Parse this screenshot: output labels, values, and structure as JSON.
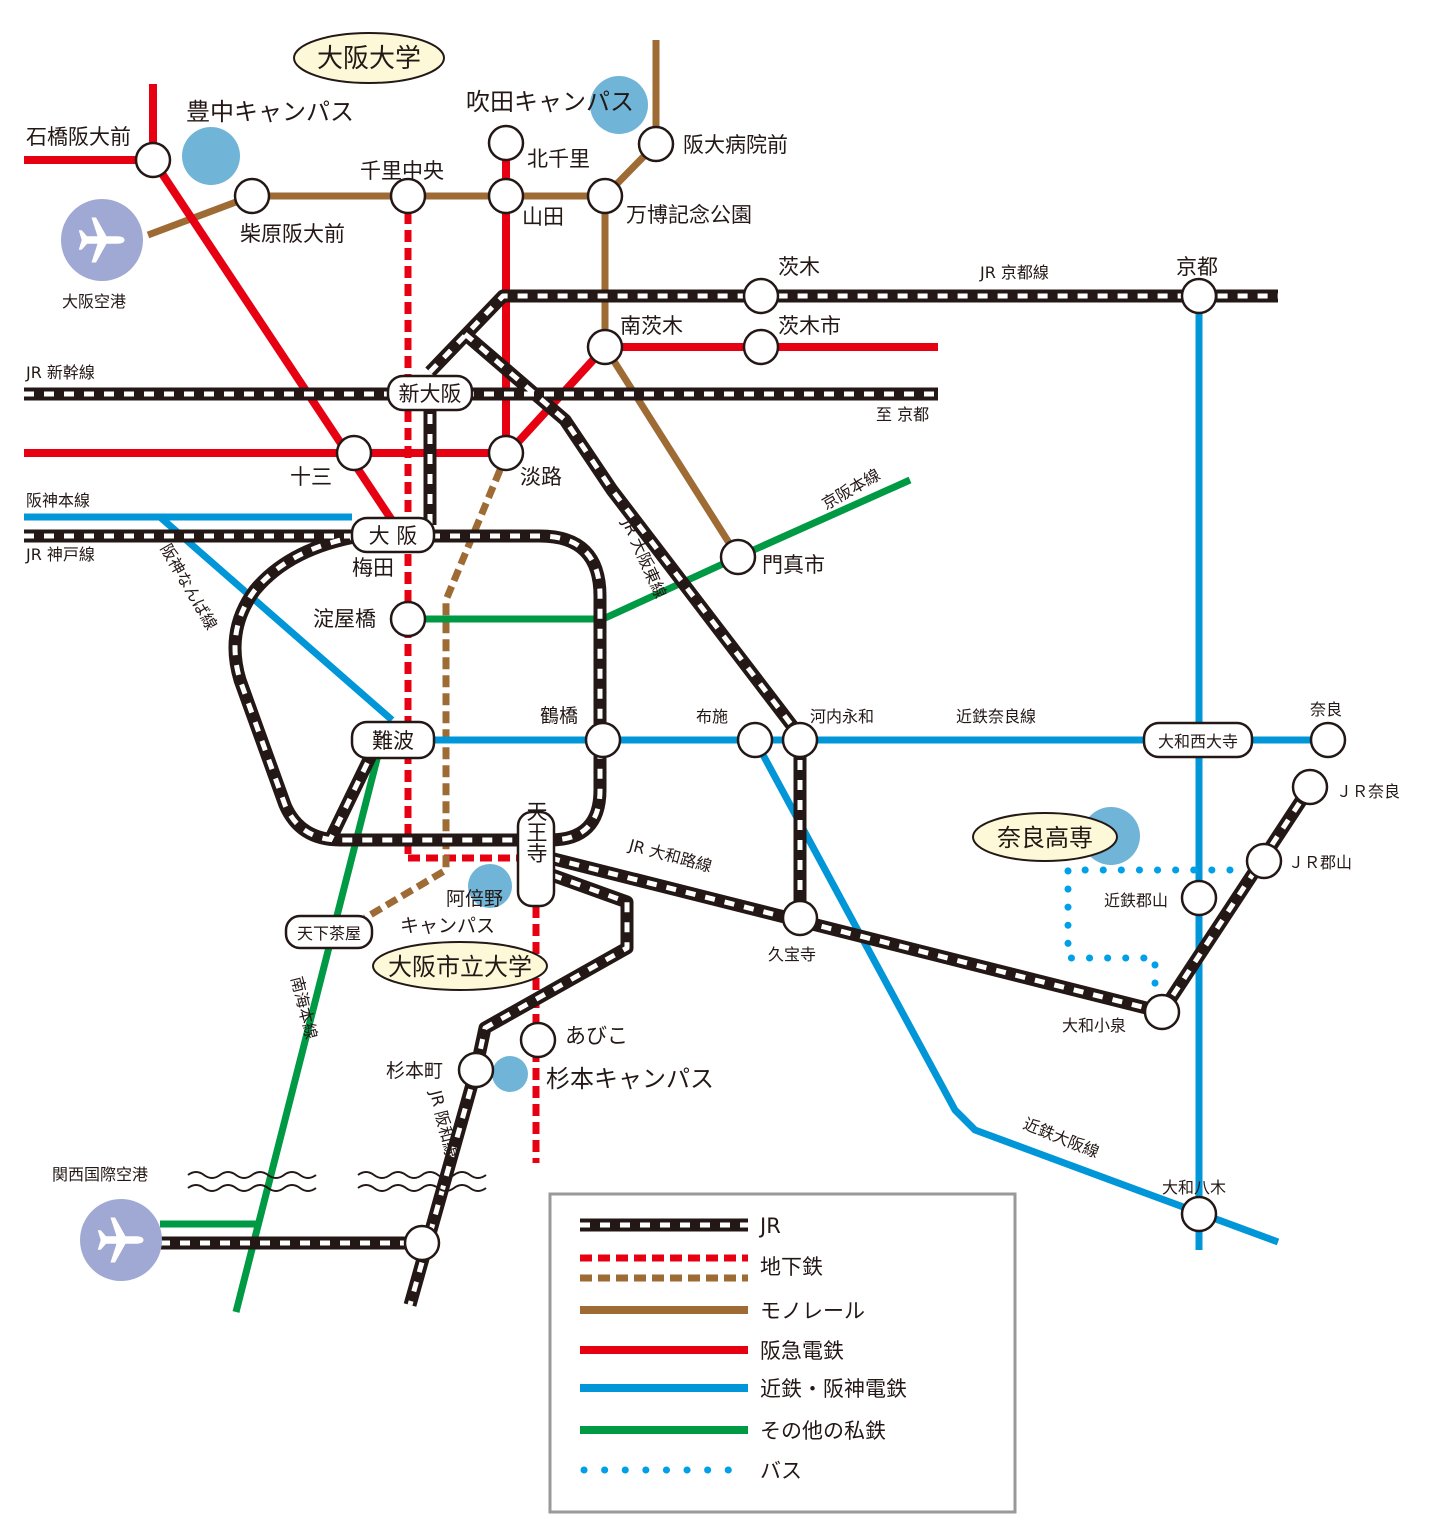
{
  "colors": {
    "jr": "#231815",
    "subway_red": "#e60012",
    "subway_brown": "#9e6b35",
    "monorail": "#9e6b35",
    "hankyu": "#e60012",
    "kintetsu_hanshin": "#0096d8",
    "private_other": "#009944",
    "bus": "#00a0e9",
    "campus": "#70b4d8",
    "airport": "#a0a9d3",
    "university_box": "#fdf9d8"
  },
  "universities": {
    "osaka_univ": "大阪大学",
    "osaka_city_univ": "大阪市立大学",
    "nara_kosen": "奈良高専"
  },
  "campuses": {
    "toyonaka": "豊中キャンパス",
    "suita": "吹田キャンパス",
    "abeno_1": "阿倍野",
    "abeno_2": "キャンパス",
    "sugimoto": "杉本キャンパス"
  },
  "airports": {
    "osaka": "大阪空港",
    "kansai": "関西国際空港"
  },
  "stations": {
    "ishibashi": "石橋阪大前",
    "shibahara": "柴原阪大前",
    "senri_chuo": "千里中央",
    "kita_senri": "北千里",
    "yamada": "山田",
    "bampaku": "万博記念公園",
    "handai_byoin": "阪大病院前",
    "ibaraki": "茨木",
    "kyoto": "京都",
    "minami_ibaraki": "南茨木",
    "ibaraki_shi": "茨木市",
    "shin_osaka": "新大阪",
    "juso": "十三",
    "awaji": "淡路",
    "osaka": "大 阪",
    "umeda": "梅田",
    "yodoyabashi": "淀屋橋",
    "kadoma": "門真市",
    "namba": "難波",
    "tsuruhashi": "鶴橋",
    "fuse": "布施",
    "kawachi_eiwa": "河内永和",
    "yamato_saidaiji": "大和西大寺",
    "nara": "奈良",
    "jr_nara": "ＪＲ奈良",
    "jr_koriyama": "ＪＲ郡山",
    "kintetsu_koriyama": "近鉄郡山",
    "tennoji": "天王寺",
    "tengachaya": "天下茶屋",
    "kyuhoji": "久宝寺",
    "yamato_koizumi": "大和小泉",
    "abiko": "あびこ",
    "sugimotocho": "杉本町",
    "yamato_yagi": "大和八木"
  },
  "lines": {
    "jr_kyoto": "JR 京都線",
    "jr_shinkansen": "JR 新幹線",
    "to_kyoto": "至 京都",
    "hanshin_main": "阪神本線",
    "jr_kobe": "JR 神戸線",
    "hanshin_namba": "阪神なんば線",
    "keihan_main": "京阪本線",
    "jr_osaka_higashi": "JR 大阪東線",
    "kintetsu_nara": "近鉄奈良線",
    "jr_yamatoji": "JR 大和路線",
    "nankai_main": "南海本線",
    "jr_hanwa": "JR 阪和線",
    "kintetsu_osaka": "近鉄大阪線"
  },
  "legend": {
    "jr": "JR",
    "subway": "地下鉄",
    "monorail": "モノレール",
    "hankyu": "阪急電鉄",
    "kintetsu_hanshin": "近鉄・阪神電鉄",
    "private_other": "その他の私鉄",
    "bus": "バス"
  }
}
